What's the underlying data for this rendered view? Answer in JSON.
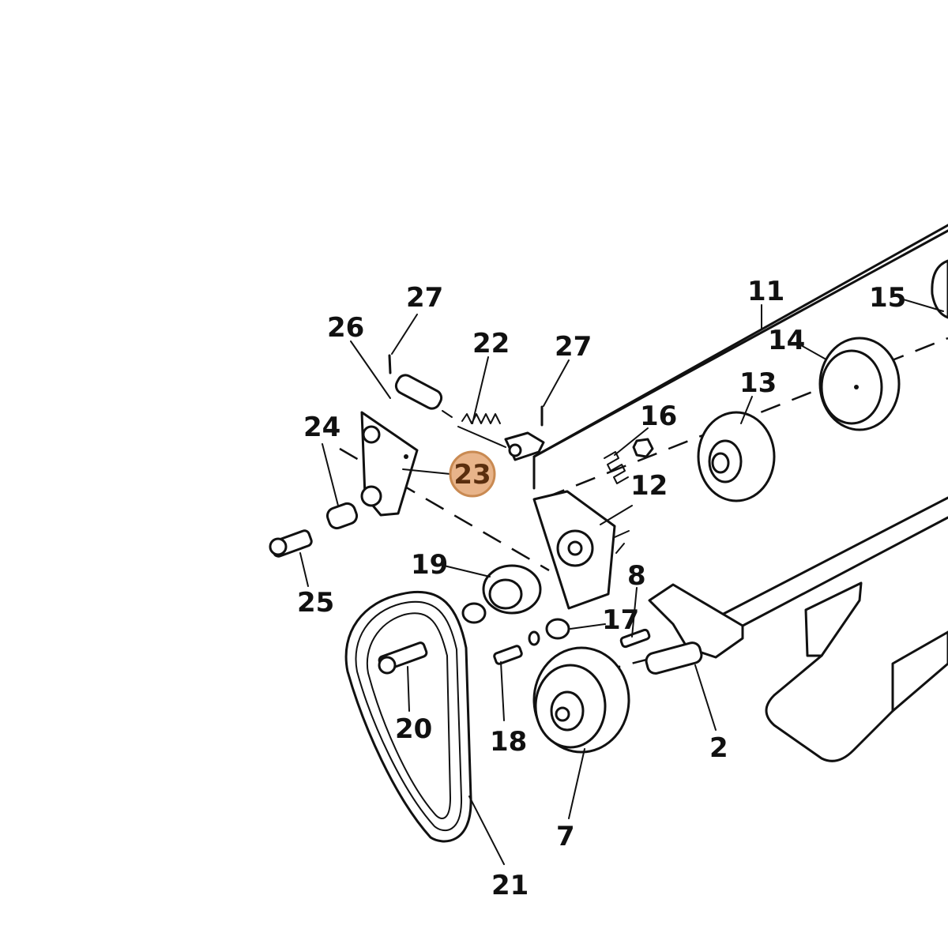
{
  "labels": {
    "l27a": "27",
    "l26": "26",
    "l22": "22",
    "l27b": "27",
    "l11": "11",
    "l15": "15",
    "l14": "14",
    "l13": "13",
    "l16": "16",
    "l24": "24",
    "l12": "12",
    "l25": "25",
    "l19": "19",
    "l8": "8",
    "l17": "17",
    "l20": "20",
    "l18": "18",
    "l2": "2",
    "l7": "7",
    "l21": "21"
  },
  "highlight": {
    "label": "23",
    "fill": "#e8b48a",
    "stroke": "#c98a52"
  }
}
